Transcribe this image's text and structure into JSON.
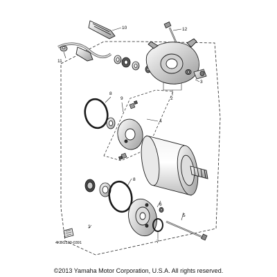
{
  "diagram": {
    "callouts": {
      "c1": "1",
      "c2": "2",
      "c3": "3",
      "c4": "4",
      "c5": "5",
      "c6": "6",
      "c7": "7",
      "c8a": "8",
      "c8b": "8",
      "c9": "9",
      "c10": "10",
      "c11": "11",
      "c12": "12"
    },
    "diagram_code": "4KBG100-0391"
  },
  "footer": {
    "copyright": "©2013 Yamaha Motor Corporation, U.S.A. All rights reserved."
  },
  "colors": {
    "line": "#1a1a1a",
    "shading": "#8a8a8a",
    "background": "#ffffff"
  }
}
